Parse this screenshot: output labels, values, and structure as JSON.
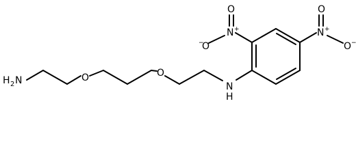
{
  "molecule": {
    "labels": {
      "amine_left_main": "H",
      "amine_left_sub": "2",
      "amine_left_N": "N",
      "ether_o1": "O",
      "ether_o2": "O",
      "amine_nh_N": "N",
      "amine_nh_H": "H",
      "nitro1_N": "N",
      "nitro1_N_charge": "+",
      "nitro1_O_top": "O",
      "nitro1_O_left": "O",
      "nitro1_O_left_charge": "−",
      "nitro2_N": "N",
      "nitro2_N_charge": "+",
      "nitro2_O_top": "O",
      "nitro2_O_right": "O",
      "nitro2_O_right_charge": "−"
    }
  }
}
